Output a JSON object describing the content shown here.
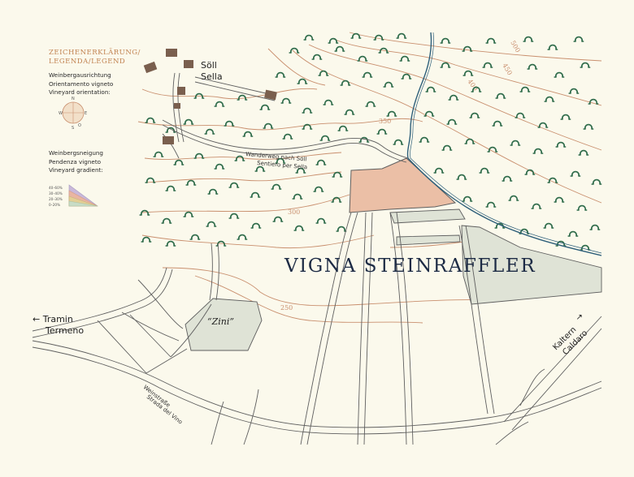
{
  "title": "VIGNA STEINRAFFLER",
  "legend": {
    "heading_line1": "ZEICHENERKLÄRUNG/",
    "heading_line2": "LEGENDA/LEGEND",
    "orientation_line1": "Weinbergausrichtung",
    "orientation_line2": "Orientamento vigneto",
    "orientation_line3": "Vineyard orientation:",
    "compass": {
      "n": "N",
      "s": "S",
      "e": "E",
      "w": "W",
      "o": "O"
    },
    "gradient_line1": "Weinbergsneigung",
    "gradient_line2": "Pendenza vigneto",
    "gradient_line3": "Vineyard gradient:",
    "gradient_classes": [
      "40–60%",
      "30–40%",
      "20–30%",
      "0–20%"
    ],
    "gradient_colors": [
      "#c9b8da",
      "#e9b5a2",
      "#e3cf95",
      "#c8dcc6"
    ]
  },
  "places": {
    "soell_line1": "Söll",
    "soell_line2": "Sella",
    "tramin_arrow": "←",
    "tramin_line1": "Tramin",
    "tramin_line2": "Termeno",
    "kaltern_line1": "Kaltern",
    "kaltern_line2": "Caldaro",
    "kaltern_arrow": "→",
    "zini": "“Zini”"
  },
  "roads": {
    "hiking_line1": "Wanderweg nach Söll",
    "hiking_line2": "Sentiero per Sella",
    "wine_road_line1": "Weinstraße",
    "wine_road_line2": "Strada del Vino"
  },
  "contours": [
    "500",
    "450",
    "400",
    "350",
    "300",
    "250"
  ],
  "colors": {
    "background": "#fbf9ec",
    "road": "#5f5f5f",
    "contour": "#c98f6e",
    "vineyard_highlight": "#ebbfa6",
    "vineyard_plots": "#dfe3d6",
    "tree": "#2e6b4a",
    "stream": "#2e5f7a",
    "title": "#1d2b45"
  }
}
